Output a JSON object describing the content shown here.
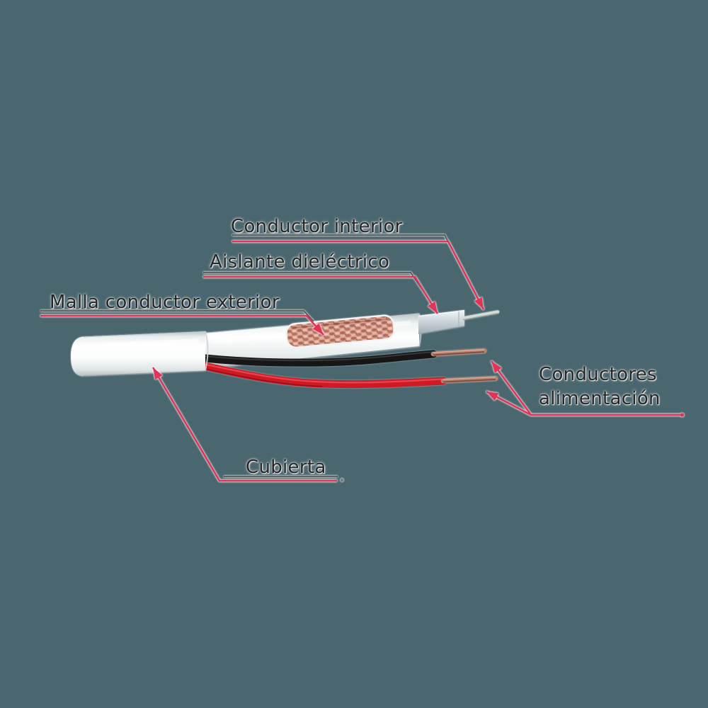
{
  "diagram": {
    "labels": [
      {
        "id": "conductor-interior",
        "text": "Conductor interior"
      },
      {
        "id": "aislante-dielectrico",
        "text": "Aislante dieléctrico"
      },
      {
        "id": "malla-conductor-exterior",
        "text": "Malla conductor exterior"
      },
      {
        "id": "conductores-alimentacion",
        "text": "Conductores alimentación",
        "lines": [
          "Conductores",
          "alimentación"
        ]
      },
      {
        "id": "cubierta",
        "text": "Cubierta"
      }
    ],
    "colors": {
      "background": "#4a666e",
      "label_text": "#262626",
      "leader_pink": "#e23358",
      "leader_dark": "#3c3c3c",
      "jacket_white": "#ffffff",
      "jacket_shade": "#b9c2c6",
      "braid_copper": "#d6a092",
      "dielectric": "#c2ced2",
      "inner_conductor": "#d4dad6",
      "wire_black": "#161616",
      "wire_red": "#cf1a26",
      "copper_bare": "#b5826f"
    }
  }
}
